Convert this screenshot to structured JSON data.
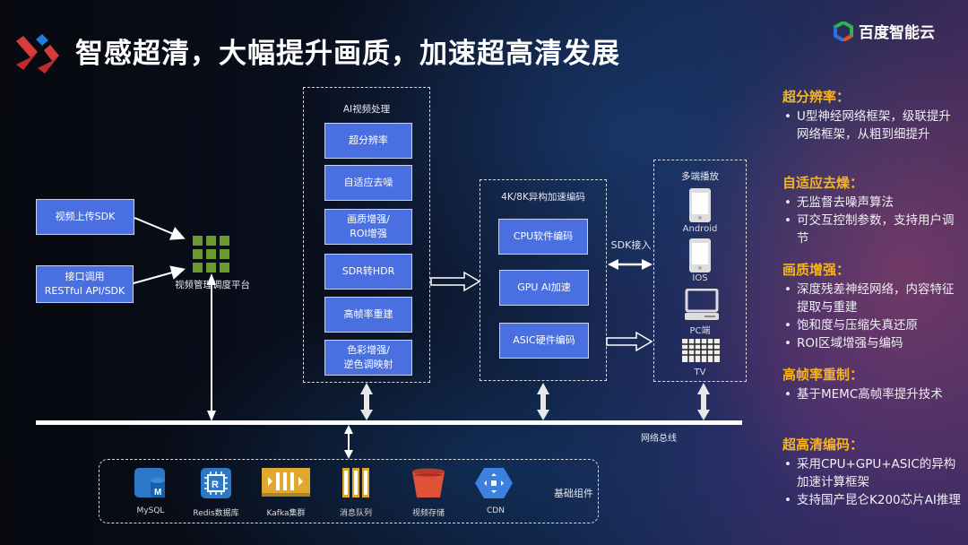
{
  "title": "智感超清，大幅提升画质，加速超高清发展",
  "brand": {
    "name": "百度智能云",
    "logo_icon": "baidu-cloud-hexagon-icon"
  },
  "left_inputs": [
    {
      "label": "视频上传SDK"
    },
    {
      "label_line1": "接口调用",
      "label_line2": "RESTful API/SDK"
    }
  ],
  "platform": {
    "label": "视频管理调度平台",
    "icon": "grid-icon"
  },
  "ai_processing": {
    "title": "AI视频处理",
    "items": [
      {
        "line1": "超分辨率",
        "line2": ""
      },
      {
        "line1": "自适应去噪",
        "line2": ""
      },
      {
        "line1": "画质增强/",
        "line2": "ROI增强"
      },
      {
        "line1": "SDR转HDR",
        "line2": ""
      },
      {
        "line1": "高帧率重建",
        "line2": ""
      },
      {
        "line1": "色彩增强/",
        "line2": "逆色调映射"
      }
    ]
  },
  "encoding": {
    "title": "4K/8K异构加速编码",
    "items": [
      "CPU软件编码",
      "GPU AI加速",
      "ASIC硬件编码"
    ]
  },
  "sdk_label": "SDK接入",
  "playback": {
    "title": "多端播放",
    "devices": [
      {
        "label": "Android",
        "icon": "phone-icon"
      },
      {
        "label": "IOS",
        "icon": "phone-icon"
      },
      {
        "label": "PC端",
        "icon": "laptop-icon"
      },
      {
        "label": "TV",
        "icon": "tv-wall-icon"
      }
    ]
  },
  "bus_label": "网络总线",
  "infrastructure": {
    "title": "基础组件",
    "items": [
      {
        "label": "MySQL",
        "icon": "mysql-icon"
      },
      {
        "label": "Redis数据库",
        "icon": "redis-chip-icon"
      },
      {
        "label": "Kafka集群",
        "icon": "kafka-icon"
      },
      {
        "label": "消息队列",
        "icon": "queue-icon"
      },
      {
        "label": "视频存储",
        "icon": "bucket-icon"
      },
      {
        "label": "CDN",
        "icon": "cdn-hexagon-icon"
      }
    ]
  },
  "features": [
    {
      "heading": "超分辨率：",
      "bullets": [
        "U型神经网络框架，级联提升网络框架，从粗到细提升"
      ]
    },
    {
      "heading": "自适应去燥：",
      "bullets": [
        "无监督去噪声算法",
        "可交互控制参数，支持用户调节"
      ]
    },
    {
      "heading": "画质增强：",
      "bullets": [
        "深度残差神经网络，内容特征提取与重建",
        "饱和度与压缩失真还原",
        "ROI区域增强与编码"
      ]
    },
    {
      "heading": "高帧率重制：",
      "bullets": [
        "基于MEMC高帧率提升技术"
      ]
    },
    {
      "heading": "超高清编码：",
      "bullets": [
        "采用CPU+GPU+ASIC的异构加速计算框架",
        "支持国产昆仑K200芯片AI推理"
      ]
    }
  ],
  "colors": {
    "accent_orange": "#f6b51e",
    "box_blue": "#4a6fe0",
    "grid_green": "#6a9a2c"
  }
}
